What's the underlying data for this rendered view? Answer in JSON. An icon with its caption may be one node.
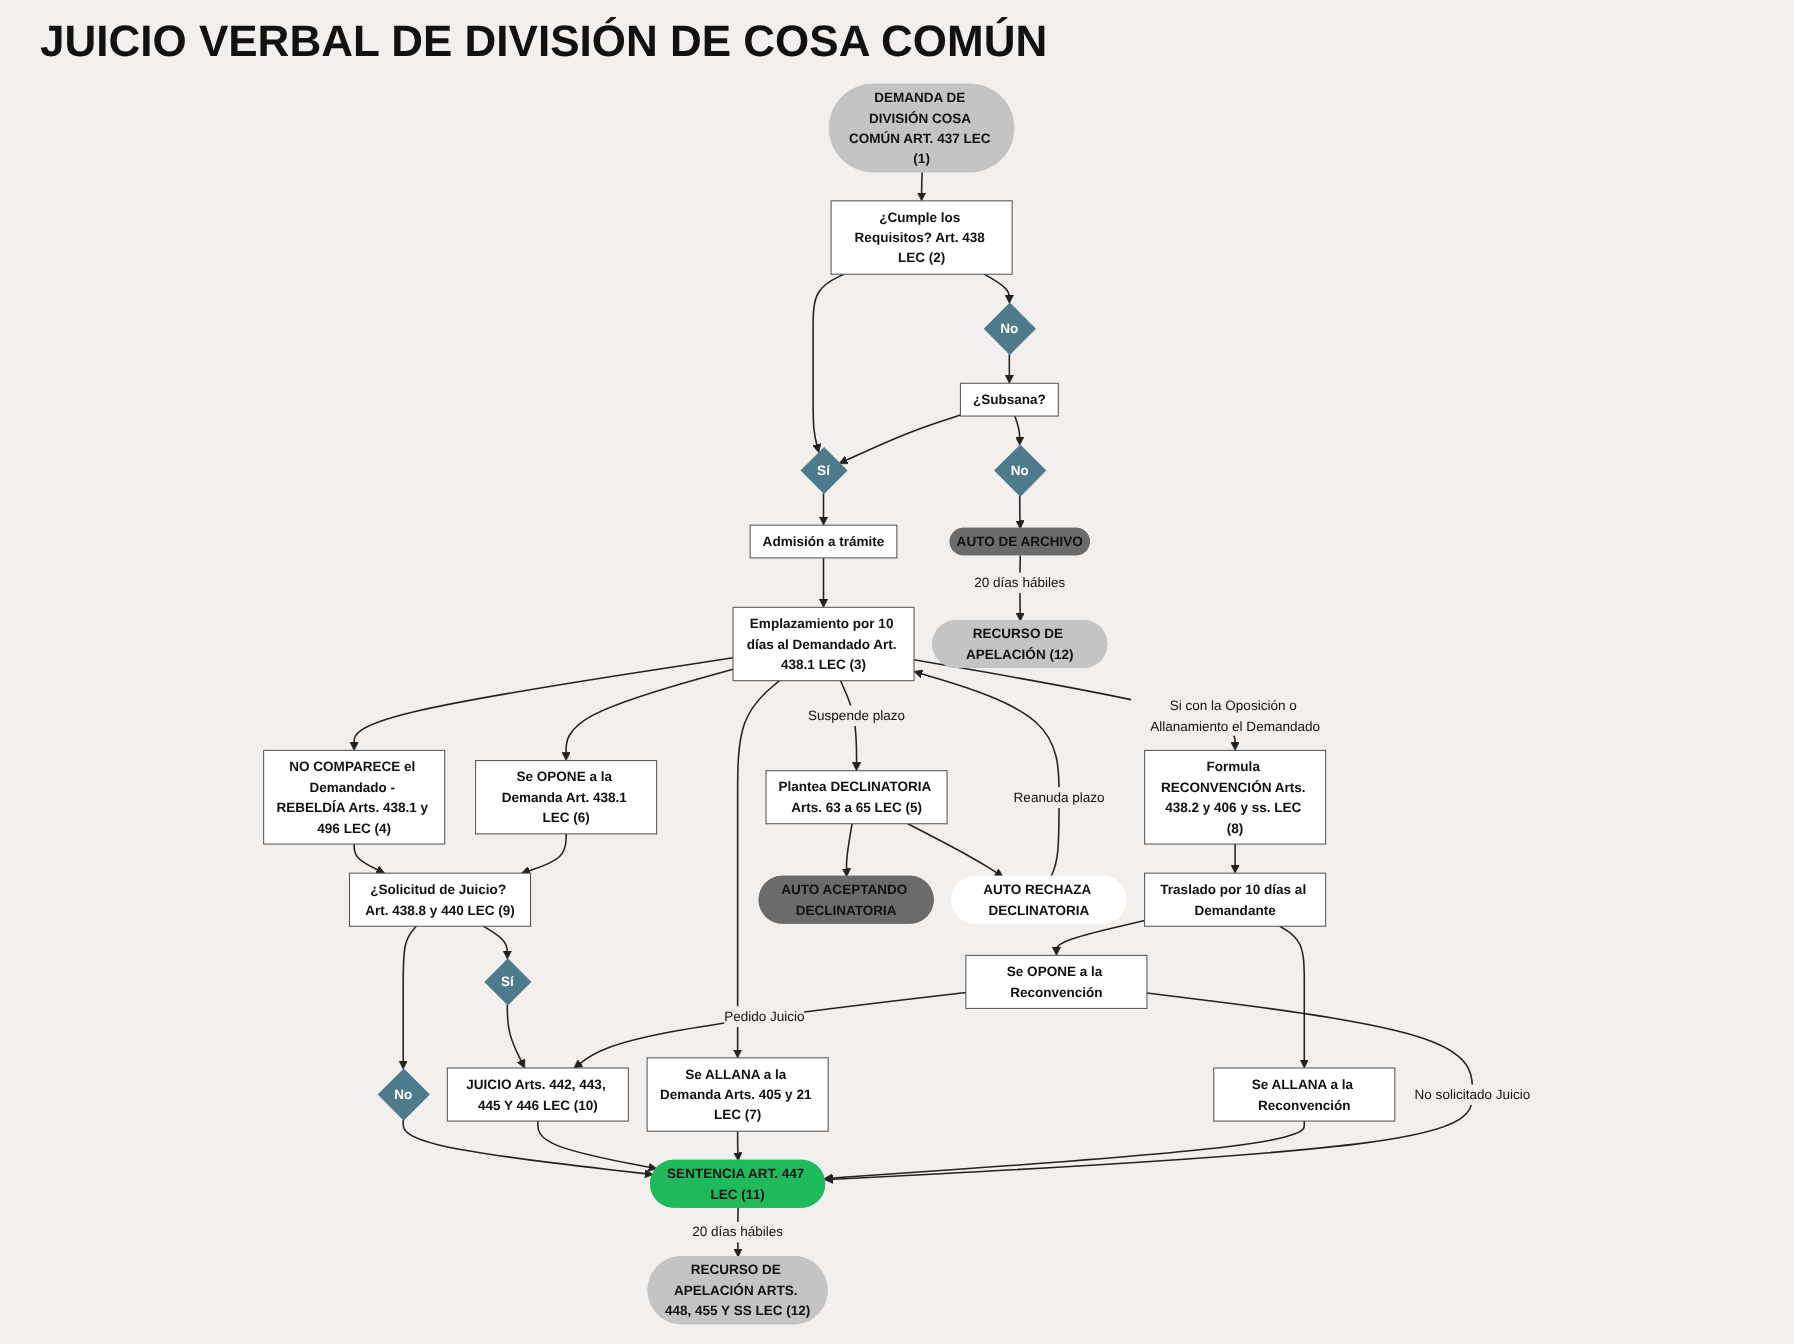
{
  "diagram": {
    "title": "JUICIO VERBAL DE DIVISIÓN DE COSA COMÚN",
    "nodes": [
      {
        "text": [
          "DEMANDA DE DIVISIÓN COSA COMÚN ART. 437 LEC (1)"
        ]
      },
      {
        "text": [
          "NO COMPARECE el Demandado - REBELDÍA Arts. 438.1 y 496 LEC (4)"
        ]
      },
      {
        "text": [
          "¿Solicitud de Juicio? Art. 438.8 y 440 LEC (9)"
        ]
      },
      {
        "text": [
          "Sí"
        ]
      },
      {
        "text": [
          "¿Cumple los Requisitos? Art. 438 LEC (2)"
        ]
      },
      {
        "text": [
          "Se OPONE a la Demanda Art. 438.1 LEC (6)"
        ]
      },
      {
        "text": [
          "No"
        ]
      },
      {
        "text": [
          "JUICIO Arts. 442, 443, 445 Y 446 LEC (10)"
        ]
      },
      {
        "text": [
          "No"
        ]
      },
      {
        "text": [
          "Sí"
        ]
      },
      {
        "text": [
          "¿Subsana?"
        ]
      },
      {
        "text": [
          "Admisión a trámite"
        ]
      },
      {
        "text": [
          "Emplazamiento por 10 días al Demandado Art. 438.1 LEC (3)"
        ]
      },
      {
        "text": [
          "Se ALLANA a la Demanda Arts. 405 y 21 LEC (7)"
        ]
      },
      {
        "text": [
          "SENTENCIA ART. 447 LEC (11)"
        ]
      },
      {
        "text": [
          "No"
        ]
      },
      {
        "text": [
          "RECURSO DE APELACIÓN ARTS. 448, 455 Y SS LEC (12)"
        ]
      },
      {
        "text": [
          "Se ALLANA a la Reconvención"
        ]
      },
      {
        "text": [
          "AUTO DE ARCHIVO"
        ]
      },
      {
        "text": [
          "Plantea DECLINATORIA Arts. 63 a 65 LEC (5)"
        ]
      },
      {
        "text": [
          "Formula RECONVENCIÓN Arts. 438.2 y 406 y ss. LEC (8)"
        ]
      },
      {
        "text": [
          "Traslado por 10 días al Demandante"
        ]
      },
      {
        "text": [
          "Se OPONE a la Reconvención"
        ]
      },
      {
        "text": [
          "RECURSO DE APELACIÓN (12)"
        ]
      },
      {
        "text": [
          "AUTO ACEPTANDO DECLINATORIA"
        ]
      },
      {
        "text": [
          "AUTO RECHAZA DECLINATORIA"
        ]
      }
    ],
    "edges": [
      {
        "from": 0,
        "to": 4,
        "arrow": "to"
      },
      {
        "from": 4,
        "to": 8,
        "arrow": "to"
      },
      {
        "from": 4,
        "to": 9,
        "arrow": "to"
      },
      {
        "from": 8,
        "to": 10,
        "arrow": "to"
      },
      {
        "from": 10,
        "to": 9,
        "arrow": "to"
      },
      {
        "from": 9,
        "to": 11,
        "arrow": "to"
      },
      {
        "from": 10,
        "to": 15,
        "arrow": "to"
      },
      {
        "from": 15,
        "to": 18,
        "arrow": "to"
      },
      {
        "from": 18,
        "to": 23,
        "arrow": "to",
        "label": "20 días hábiles"
      },
      {
        "from": 11,
        "to": 12,
        "arrow": "to"
      },
      {
        "from": 12,
        "to": 1,
        "arrow": "to"
      },
      {
        "from": 12,
        "to": 5,
        "arrow": "to"
      },
      {
        "from": 12,
        "to": 13,
        "arrow": "to"
      },
      {
        "from": 12,
        "to": 20,
        "arrow": "to",
        "label": "Si con la Oposición o Allanamiento el Demandado"
      },
      {
        "from": 12,
        "to": 19,
        "arrow": "to",
        "label": "Suspende plazo"
      },
      {
        "from": 25,
        "to": 12,
        "arrow": "to",
        "label": "Reanuda plazo"
      },
      {
        "from": 19,
        "to": 24,
        "arrow": "to"
      },
      {
        "from": 19,
        "to": 25,
        "arrow": "to"
      },
      {
        "from": 1,
        "to": 2,
        "arrow": "to"
      },
      {
        "from": 5,
        "to": 2,
        "arrow": "to"
      },
      {
        "from": 2,
        "to": 3,
        "arrow": "to"
      },
      {
        "from": 2,
        "to": 6,
        "arrow": "to"
      },
      {
        "from": 3,
        "to": 7,
        "arrow": "to"
      },
      {
        "from": 6,
        "to": 14,
        "arrow": "to"
      },
      {
        "from": 7,
        "to": 14,
        "arrow": "to"
      },
      {
        "from": 13,
        "to": 14,
        "arrow": "to"
      },
      {
        "from": 17,
        "to": 14,
        "arrow": "to"
      },
      {
        "from": 14,
        "to": 16,
        "arrow": "to",
        "label": "20 días hábiles"
      },
      {
        "from": 20,
        "to": 21,
        "arrow": "to"
      },
      {
        "from": 21,
        "to": 17,
        "arrow": "to"
      },
      {
        "from": 21,
        "to": 22,
        "arrow": "to"
      },
      {
        "from": 22,
        "to": 14,
        "arrow": "to",
        "label": "No solicitado Juicio"
      },
      {
        "from": 22,
        "to": 7,
        "arrow": "to",
        "label": "Pedido Juicio"
      }
    ]
  }
}
